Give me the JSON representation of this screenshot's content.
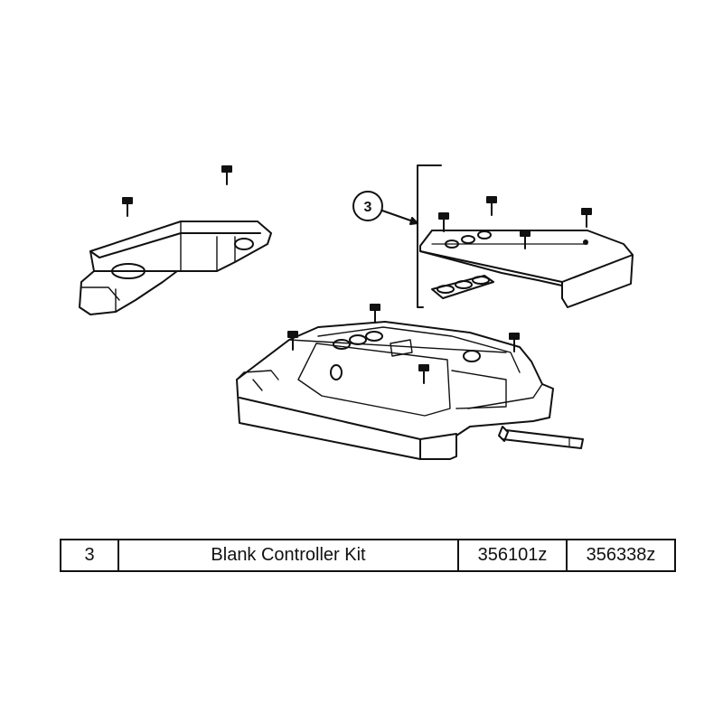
{
  "callout": {
    "label": "3"
  },
  "parts_table": {
    "rows": [
      {
        "ref": "3",
        "description": "Blank Controller Kit",
        "part_a": "356101z",
        "part_b": "356338z"
      }
    ]
  }
}
